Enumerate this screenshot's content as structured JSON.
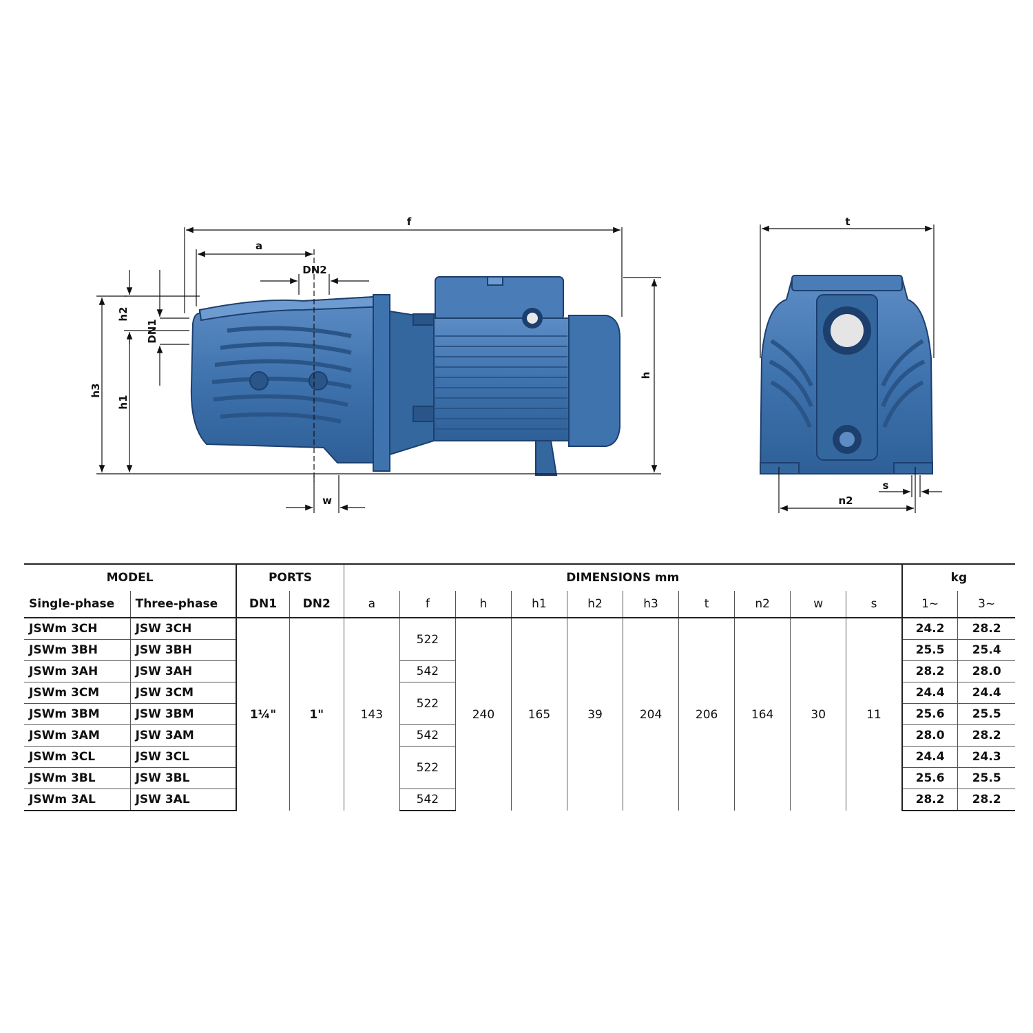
{
  "diagram": {
    "labels": {
      "f": "f",
      "a": "a",
      "dn2": "DN2",
      "dn1": "DN1",
      "h2": "h2",
      "h1": "h1",
      "h3": "h3",
      "h": "h",
      "w": "w",
      "t": "t",
      "s": "s",
      "n2": "n2"
    },
    "colors": {
      "pump_body": "#3f73ad",
      "pump_dark": "#2a5589",
      "pump_light": "#6e9bd0",
      "outline": "#1c3f6e"
    }
  },
  "table": {
    "groups": {
      "model": "MODEL",
      "ports": "PORTS",
      "dimensions": "DIMENSIONS mm",
      "kg": "kg"
    },
    "columns": {
      "single": "Single-phase",
      "three": "Three-phase",
      "dn1": "DN1",
      "dn2": "DN2",
      "a": "a",
      "f": "f",
      "h": "h",
      "h1": "h1",
      "h2": "h2",
      "h3": "h3",
      "t": "t",
      "n2": "n2",
      "w": "w",
      "s": "s",
      "kg1": "1~",
      "kg3": "3~"
    },
    "rows": [
      {
        "single": "JSWm 3CH",
        "three": "JSW 3CH",
        "kg1": "24.2",
        "kg3": "28.2"
      },
      {
        "single": "JSWm 3BH",
        "three": "JSW 3BH",
        "kg1": "25.5",
        "kg3": "25.4"
      },
      {
        "single": "JSWm 3AH",
        "three": "JSW 3AH",
        "kg1": "28.2",
        "kg3": "28.0"
      },
      {
        "single": "JSWm 3CM",
        "three": "JSW 3CM",
        "kg1": "24.4",
        "kg3": "24.4"
      },
      {
        "single": "JSWm 3BM",
        "three": "JSW 3BM",
        "kg1": "25.6",
        "kg3": "25.5"
      },
      {
        "single": "JSWm 3AM",
        "three": "JSW 3AM",
        "kg1": "28.0",
        "kg3": "28.2"
      },
      {
        "single": "JSWm 3CL",
        "three": "JSW 3CL",
        "kg1": "24.4",
        "kg3": "24.3"
      },
      {
        "single": "JSWm 3BL",
        "three": "JSW 3BL",
        "kg1": "25.6",
        "kg3": "25.5"
      },
      {
        "single": "JSWm 3AL",
        "three": "JSW 3AL",
        "kg1": "28.2",
        "kg3": "28.2"
      }
    ],
    "f_values": [
      "522",
      "542",
      "522",
      "542",
      "522",
      "542"
    ],
    "shared": {
      "dn1": "1¼\"",
      "dn2": "1\"",
      "a": "143",
      "h": "240",
      "h1": "165",
      "h2": "39",
      "h3": "204",
      "t": "206",
      "n2": "164",
      "w": "30",
      "s": "11"
    }
  }
}
